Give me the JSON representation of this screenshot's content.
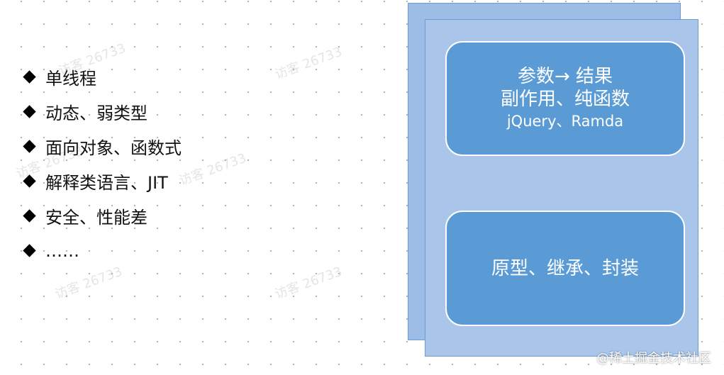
{
  "bullets": [
    "单线程",
    "动态、弱类型",
    "面向对象、函数式",
    "解释类语言、JIT",
    "安全、性能差",
    "……"
  ],
  "panel_top": {
    "line1": "参数→ 结果",
    "line2": "副作用、纯函数",
    "line3": "jQuery、Ramda"
  },
  "panel_bottom": {
    "text": "原型、继承、封装"
  },
  "watermark": "访客 26733",
  "credit": "@稀土掘金技术社区",
  "colors": {
    "panel_fill": "#5b9bd5",
    "card_fill": "#a9c6ea",
    "card_back_fill": "#9ebde6"
  }
}
